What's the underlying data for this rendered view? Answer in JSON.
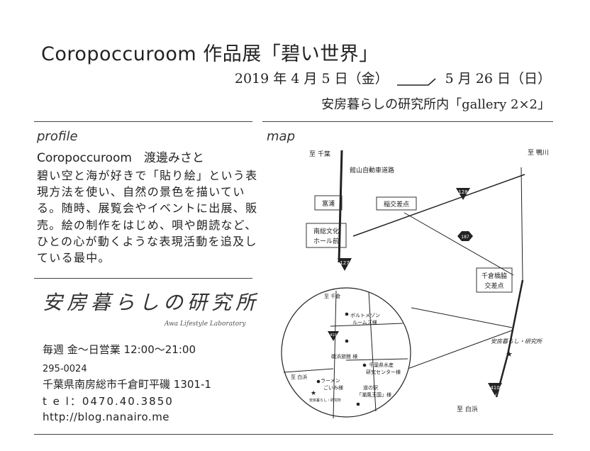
{
  "header": {
    "title": "Coropoccuroom 作品展「碧い世界」",
    "date_start": "2019 年 4 月 5 日（金）",
    "date_end": "5 月 26 日（日）",
    "venue": "安房暮らしの研究所内「gallery 2×2」"
  },
  "profile": {
    "heading": "profile",
    "name": "Coropoccuroom　渡邊みさと",
    "bio": "碧い空と海が好きで「貼り絵」という表現方法を使い、自然の景色を描いている。随時、展覧会やイベントに出展、販売。絵の制作をはじめ、唄や朗読など、ひとの心が動くような表現活動を追及している最中。"
  },
  "shop": {
    "logo": "安房暮らしの研究所",
    "logo_sub": "Awa Lifestyle Laboratory",
    "hours": "毎週 金〜日営業 12:00〜21:00",
    "zip": "295-0024",
    "address": "千葉県南房総市千倉町平磯 1301-1",
    "tel": "t e l：0470.40.3850",
    "url": "http://blog.nanairo.me"
  },
  "map": {
    "heading": "map",
    "labels": {
      "to_chiba": "至 千葉",
      "to_kamogawa": "至 鴨川",
      "expressway": "館山自動車道路",
      "tomiura": "富浦",
      "inakou": "稲交差点",
      "nanso1": "南総文化",
      "nanso2": "ホール前",
      "chikura_bashi1": "千倉橋脇",
      "chikura_bashi2": "交差点",
      "lab": "安房暮らし・研究所",
      "to_shirahama": "至 白浜",
      "route_128": "128",
      "route_187": "187",
      "route_127": "127",
      "route_410": "410"
    },
    "inset": {
      "to_chikura": "至 千倉",
      "bolt_a": "ボルトメゾン",
      "bolt_b": "ルームズ様",
      "isohama": "磯浜旅館 様",
      "chiba_fish1": "千葉県水産",
      "chiba_fish2": "研究センター様",
      "to_shirahama": "至 白浜",
      "ramen1": "ラーメン",
      "ramen2": "ごいみ様",
      "minami1": "道の駅",
      "minami2": "「潮風王国」様",
      "lab_small": "安房暮らし・研究所",
      "route_410": "410"
    }
  }
}
